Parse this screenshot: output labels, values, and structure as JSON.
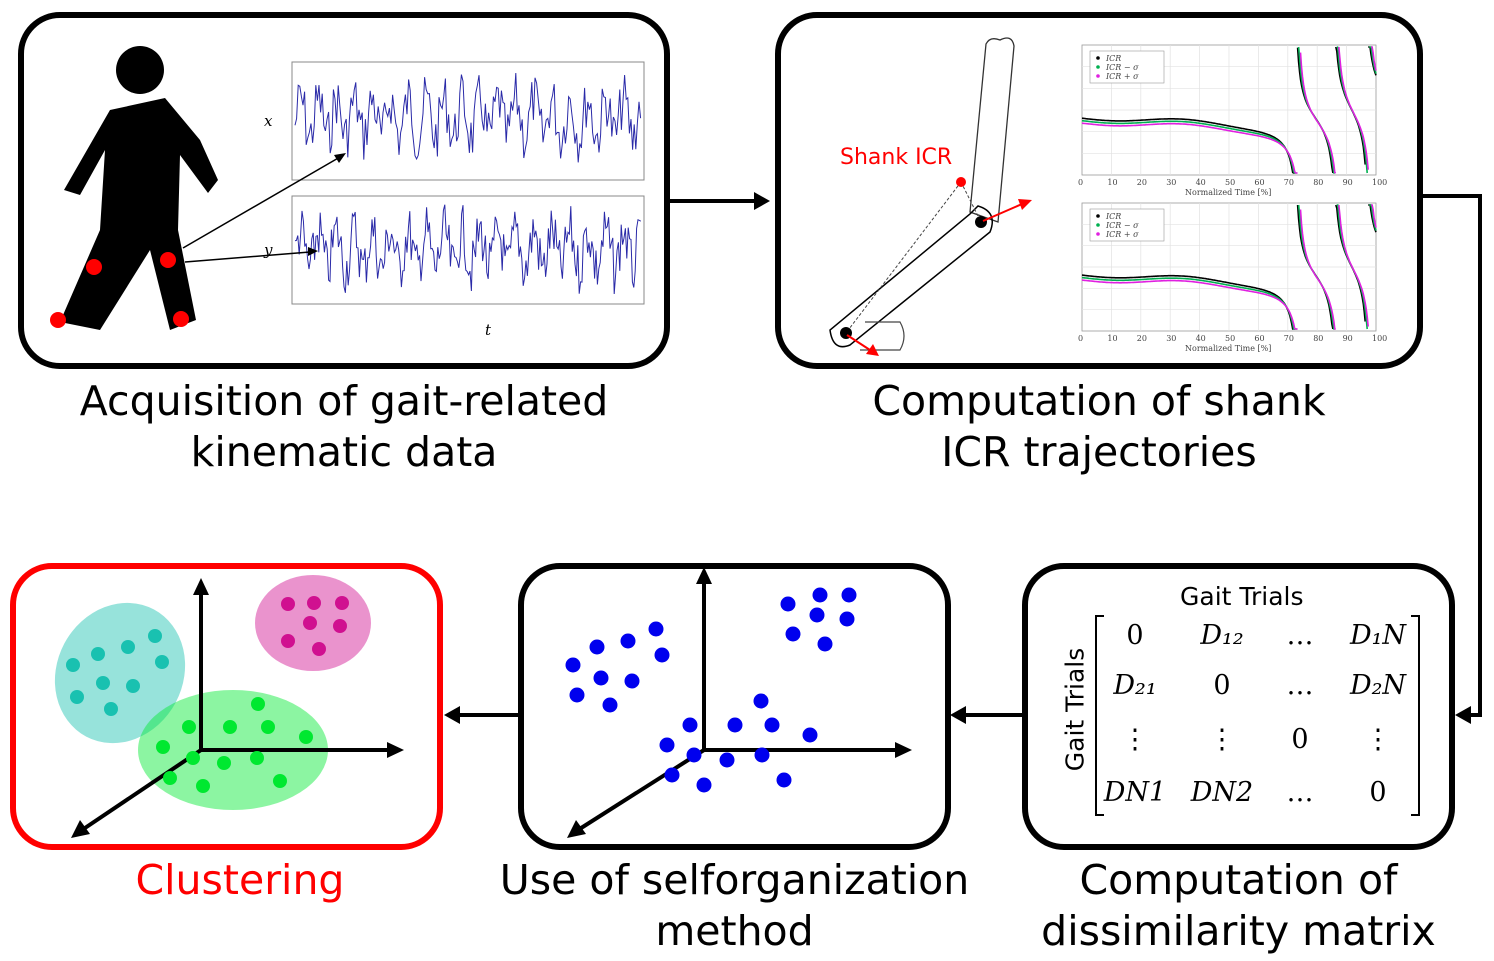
{
  "steps": {
    "acquisition": {
      "caption_line1": "Acquisition of gait-related",
      "caption_line2": "kinematic data",
      "signal_labels": {
        "x": "x",
        "y": "y",
        "t": "t"
      }
    },
    "icr": {
      "caption_line1": "Computation of shank",
      "caption_line2": "ICR trajectories",
      "shank_label": "Shank ICR",
      "plot_xlabel": "Normalized Time [%]",
      "ticks": [
        "0",
        "10",
        "20",
        "30",
        "40",
        "50",
        "60",
        "70",
        "80",
        "90",
        "100"
      ],
      "legend": [
        "ICR",
        "ICR − σ",
        "ICR + σ"
      ],
      "series_colors": [
        "#000000",
        "#00b050",
        "#e020e0"
      ]
    },
    "matrix": {
      "caption_line1": "Computation of",
      "caption_line2": "dissimilarity matrix",
      "col_header": "Gait Trials",
      "row_header": "Gait Trials",
      "cells": [
        [
          "0",
          "D₁₂",
          "…",
          "D₁N"
        ],
        [
          "D₂₁",
          "0",
          "…",
          "D₂N"
        ],
        [
          "⋮",
          "⋮",
          "0",
          "⋮"
        ],
        [
          "DN1",
          "DN2",
          "…",
          "0"
        ]
      ]
    },
    "selforg": {
      "caption_line1": "Use of selforganization",
      "caption_line2": "method"
    },
    "clustering": {
      "caption": "Clustering",
      "cluster_colors": {
        "teal": "#19c1b0",
        "magenta": "#d01090",
        "green": "#00e830"
      }
    }
  }
}
